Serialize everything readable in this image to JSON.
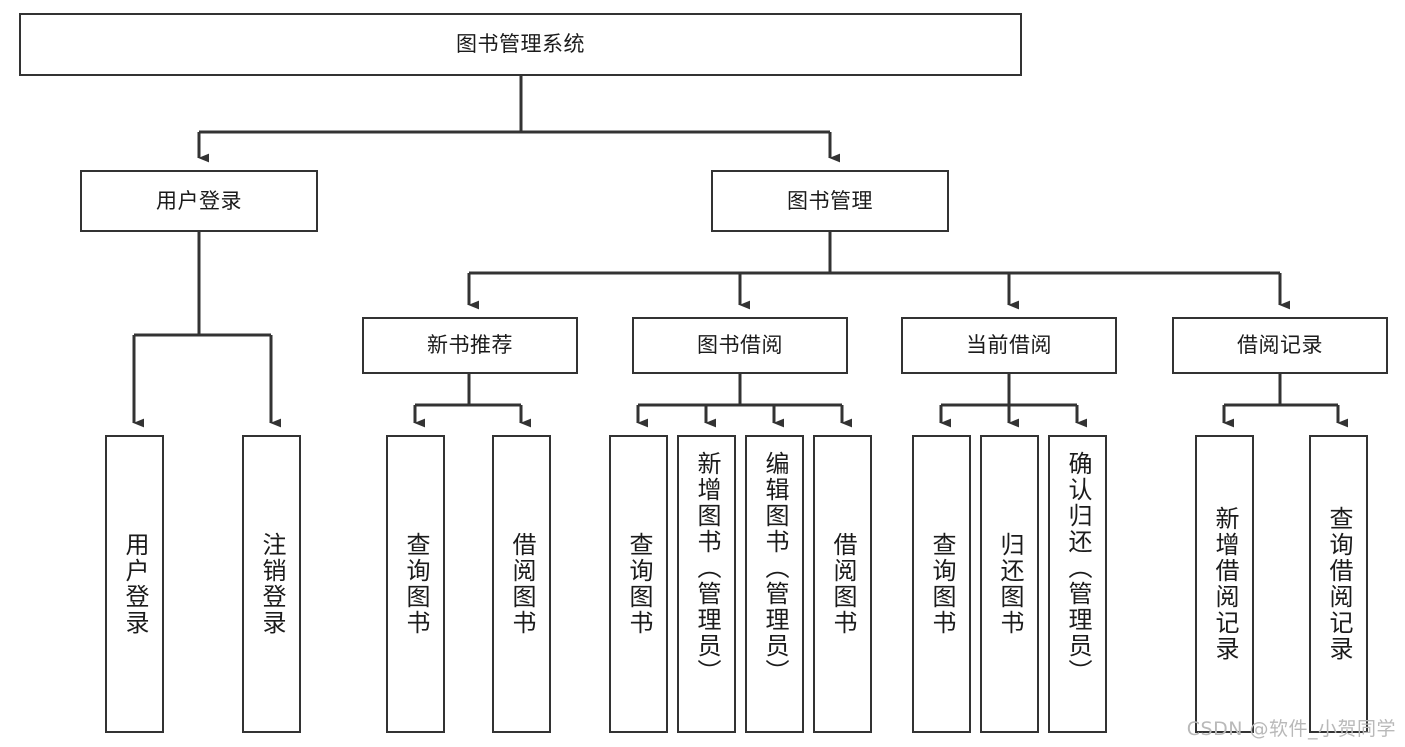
{
  "diagram": {
    "title": "图书管理系统",
    "type": "tree-hierarchy-chart",
    "colors": {
      "box_stroke": "#333333",
      "box_fill": "#ffffff",
      "connector": "#333333",
      "text": "#1b1b1b",
      "watermark": "#b9b9b9",
      "canvas": "#ffffff"
    },
    "root": {
      "label": "图书管理系统"
    },
    "level2": [
      {
        "label": "用户登录"
      },
      {
        "label": "图书管理"
      }
    ],
    "level3": [
      {
        "label": "新书推荐"
      },
      {
        "label": "图书借阅"
      },
      {
        "label": "当前借阅"
      },
      {
        "label": "借阅记录"
      }
    ],
    "leaves": {
      "user_login": [
        {
          "label": "用户登录"
        },
        {
          "label": "注销登录"
        }
      ],
      "new_book_recommend": [
        {
          "label": "查询图书"
        },
        {
          "label": "借阅图书"
        }
      ],
      "book_borrow": [
        {
          "label": "查询图书"
        },
        {
          "label": "新增图书（管理员）"
        },
        {
          "label": "编辑图书（管理员）"
        },
        {
          "label": "借阅图书"
        }
      ],
      "current_borrow": [
        {
          "label": "查询图书"
        },
        {
          "label": "归还图书"
        },
        {
          "label": "确认归还（管理员）"
        }
      ],
      "borrow_record": [
        {
          "label": "新增借阅记录"
        },
        {
          "label": "查询借阅记录"
        }
      ]
    }
  },
  "watermark": {
    "text": "CSDN @软件_小贺同学"
  }
}
